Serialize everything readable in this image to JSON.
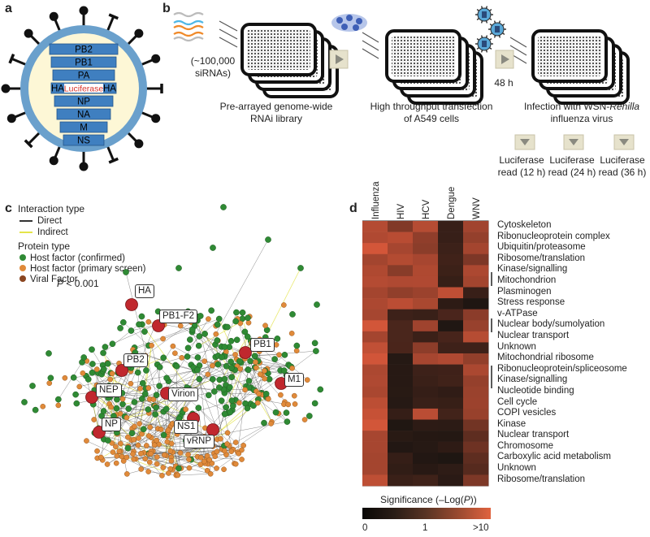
{
  "panels": {
    "a": "a",
    "b": "b",
    "c": "c",
    "d": "d"
  },
  "panel_a": {
    "segments": [
      "PB2",
      "PB1",
      "PA",
      "NP",
      "NA",
      "M",
      "NS"
    ],
    "reporter_left": "HA",
    "reporter_mid": "Luciferase",
    "reporter_right": "HA",
    "colors": {
      "membrane": "#6aa0cc",
      "interior": "#fdf7d6",
      "segment": "#3f7fc0",
      "spike": "#111111",
      "reporter": "#d9342b"
    }
  },
  "panel_b": {
    "sirna_note": "(~100,000\nsiRNAs)",
    "step1": "Pre-arrayed genome-wide\nRNAi library",
    "step2": "High throughput transfection\nof A549 cells",
    "time": "48 h",
    "step3_a": "Infection with WSN-",
    "step3_b": "Renilla",
    "step3_c": "influenza virus",
    "reads": [
      "Luciferase\nread (12 h)",
      "Luciferase\nread (24 h)",
      "Luciferase\nread (36 h)"
    ]
  },
  "panel_c": {
    "legend_interaction_title": "Interaction type",
    "interaction_types": [
      "Direct",
      "Indirect"
    ],
    "legend_protein_title": "Protein type",
    "protein_types": [
      "Host factor (confirmed)",
      "Host factor (primary screen)",
      "Viral Factor"
    ],
    "p_value_prefix": "P",
    "p_value_rest": " < 0.001",
    "viral_labels": [
      "HA",
      "PB1-F2",
      "PB1",
      "PB2",
      "M1",
      "NEP",
      "Virion",
      "NP",
      "NS1",
      "vRNP"
    ],
    "colors": {
      "direct": "#333333",
      "indirect": "#e4e44a",
      "confirmed": "#2f8a34",
      "primary": "#e08a3a",
      "viral": "#c0282e"
    }
  },
  "panel_d": {
    "columns": [
      "Influenza",
      "HIV",
      "HCV",
      "Dengue",
      "WNV"
    ],
    "rows": [
      "Cytoskeleton",
      "Ribonucleoprotein complex",
      "Ubiquitin/proteasome",
      "Ribosome/translation",
      "Kinase/signalling",
      "Mitochondrion",
      "Plasminogen",
      "Stress response",
      "v-ATPase",
      "Nuclear body/sumolyation",
      "Nuclear transport",
      "Unknown",
      "Mitochondrial ribosome",
      "Ribonucleoprotein/spliceosome",
      "Kinase/signalling",
      "Nucleotide binding",
      "Cell cycle",
      "COPI vesicles",
      "Kinase",
      "Nuclear transport",
      "Chromosome",
      "Carboxylic acid metabolism",
      "Unknown",
      "Ribosome/translation"
    ],
    "colorbar_title_a": "Significance (–Log(",
    "colorbar_title_p": "P",
    "colorbar_title_b": "))",
    "colorbar_ticks": [
      "0",
      "1",
      ">10"
    ],
    "colors": {
      "low": "#1e1612",
      "high": "#d6573a"
    }
  }
}
